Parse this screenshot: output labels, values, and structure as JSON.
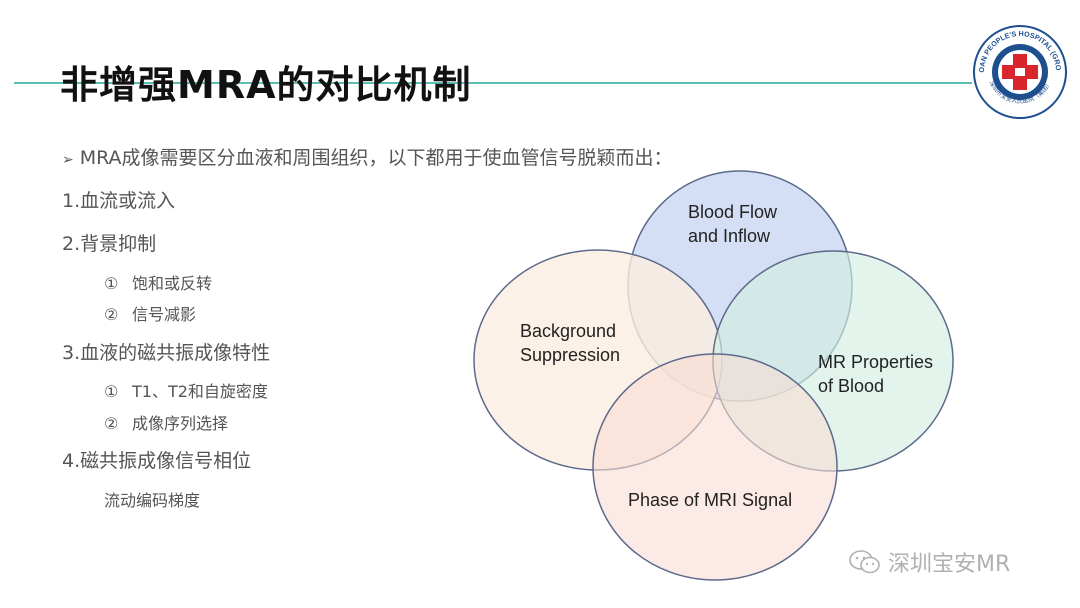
{
  "slide": {
    "title": "非增强MRA的对比机制",
    "lead": "MRA成像需要区分血液和周围组织，以下都用于使血管信号脱颖而出：",
    "lead_bullet": "➢",
    "items": [
      {
        "label": "1.血流或流入"
      },
      {
        "label": "2.背景抑制"
      },
      {
        "label": "3.血液的磁共振成像特性"
      },
      {
        "label": "4.磁共振成像信号相位"
      }
    ],
    "subitems_2": [
      {
        "num": "①",
        "label": "饱和或反转"
      },
      {
        "num": "②",
        "label": "信号减影"
      }
    ],
    "subitems_3": [
      {
        "num": "①",
        "label": "T1、T2和自旋密度"
      },
      {
        "num": "②",
        "label": "成像序列选择"
      }
    ],
    "subitem_4": "流动编码梯度"
  },
  "logo": {
    "ring_text_top": "BAOAN PEOPLE'S HOSPITAL (GROUP)",
    "ring_text_bottom": "深圳市宝安人民医院（集团）",
    "icon": "hospital-cross-logo-icon"
  },
  "venn": {
    "circles": [
      {
        "label_lines": [
          "Blood Flow",
          "and Inflow"
        ],
        "color": "#c9d7f2"
      },
      {
        "label_lines": [
          "Background",
          "Suppression"
        ],
        "color": "#fbeee0"
      },
      {
        "label_lines": [
          "MR Properties",
          "of Blood"
        ],
        "color": "#d3eee0"
      },
      {
        "label_lines": [
          "Phase of MRI Signal"
        ],
        "color": "#f8dcd4"
      }
    ],
    "stroke_color": "#5c6a8a"
  },
  "watermark": {
    "text": "深圳宝安MR",
    "icon": "wechat-icon"
  }
}
